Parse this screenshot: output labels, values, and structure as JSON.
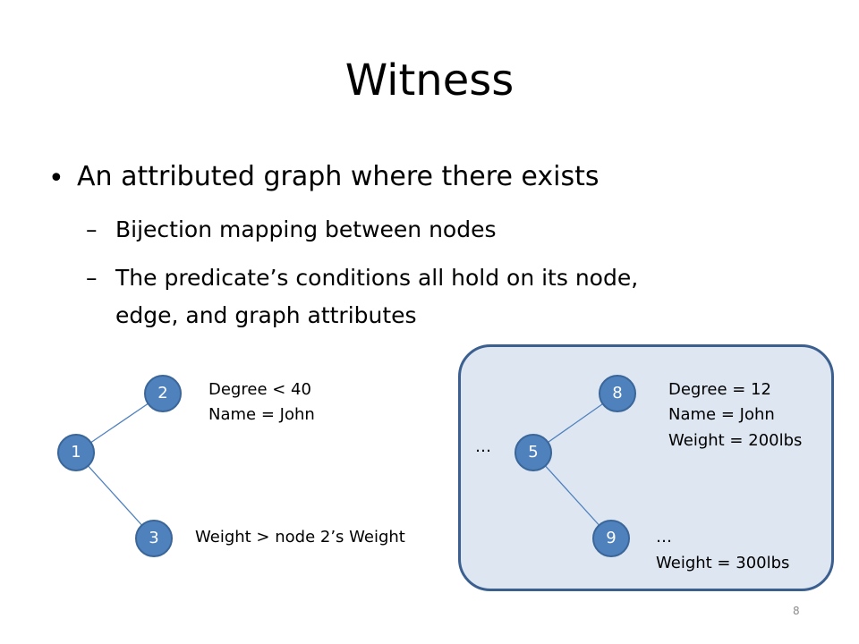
{
  "slide": {
    "title": "Witness",
    "page_number": "8"
  },
  "bullets": {
    "main": "An attributed graph where there exists",
    "sub": [
      "Bijection mapping between nodes",
      "The predicate’s conditions all hold on its node,",
      "edge, and graph attributes"
    ],
    "dot_glyph": "•",
    "dash_glyph": "–"
  },
  "pattern_graph": {
    "nodes": [
      "1",
      "2",
      "3"
    ],
    "node2_attrs": [
      "Degree < 40",
      "Name = John"
    ],
    "node3_attrs": [
      "Weight > node 2’s Weight"
    ]
  },
  "witness_graph": {
    "nodes": [
      "5",
      "8",
      "9"
    ],
    "ellipsis": "…",
    "node8_attrs": [
      "Degree = 12",
      "Name = John",
      "Weight = 200lbs"
    ],
    "node9_attrs": [
      "…",
      "Weight = 300lbs"
    ]
  },
  "colors": {
    "node_fill": "#4f81bd",
    "edge": "#4f81bd",
    "panel_fill": "#dde6f1",
    "panel_border": "#3b5f8f"
  }
}
